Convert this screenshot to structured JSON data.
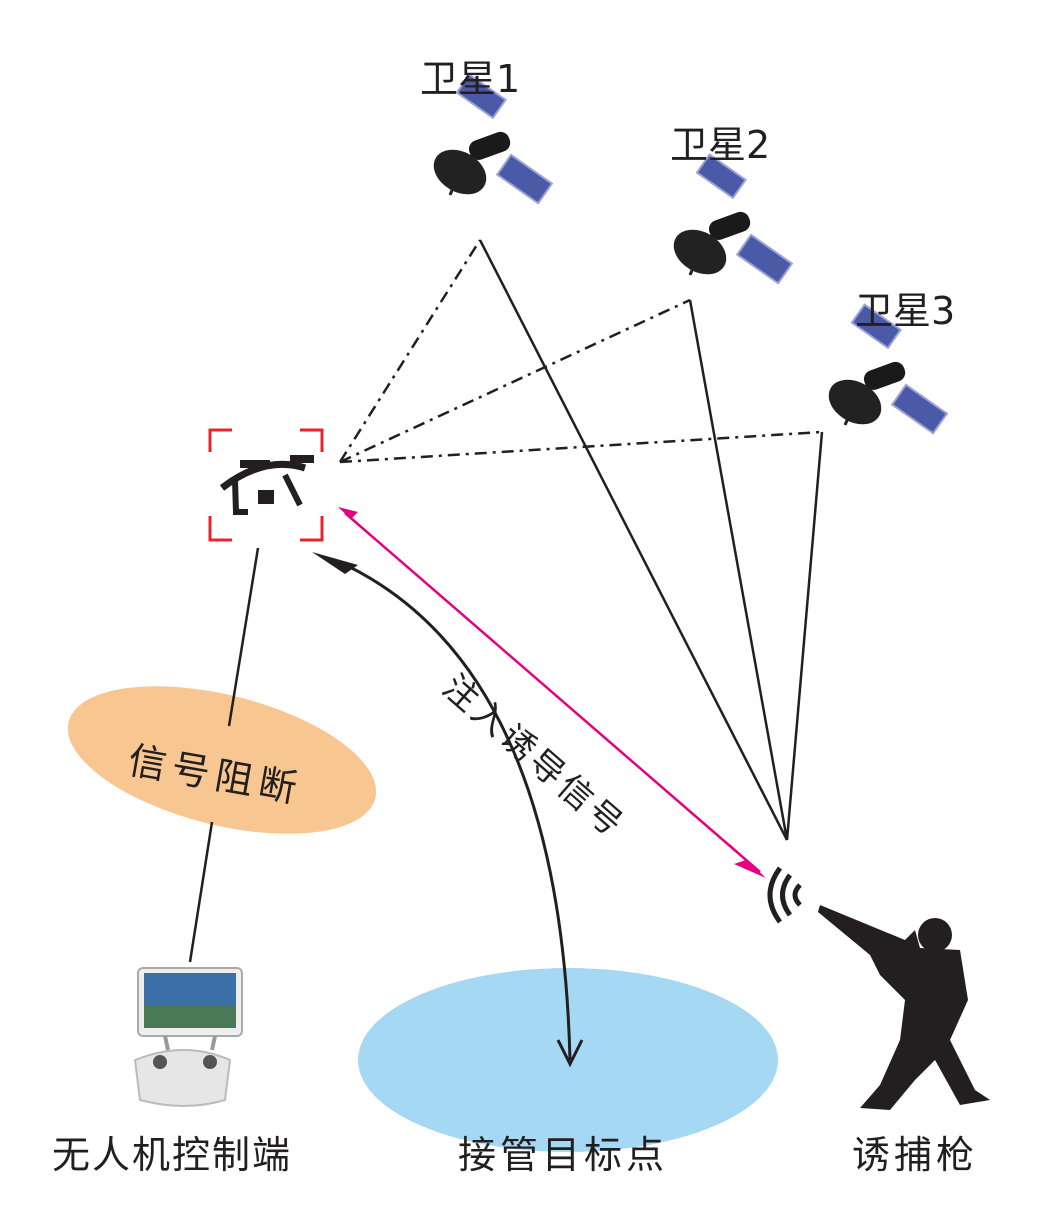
{
  "satellites": [
    {
      "label": "卫星1"
    },
    {
      "label": "卫星2"
    },
    {
      "label": "卫星3"
    }
  ],
  "labels": {
    "signal_block": "信号阻断",
    "inject_signal": "注入诱导信号",
    "controller": "无人机控制端",
    "target": "接管目标点",
    "gun": "诱捕枪"
  },
  "colors": {
    "bracket": "#e8242b",
    "inject_line": "#e4007f",
    "block_ellipse": "#f7c691",
    "target_ellipse": "#a5d8f3",
    "ink": "#231f20"
  }
}
